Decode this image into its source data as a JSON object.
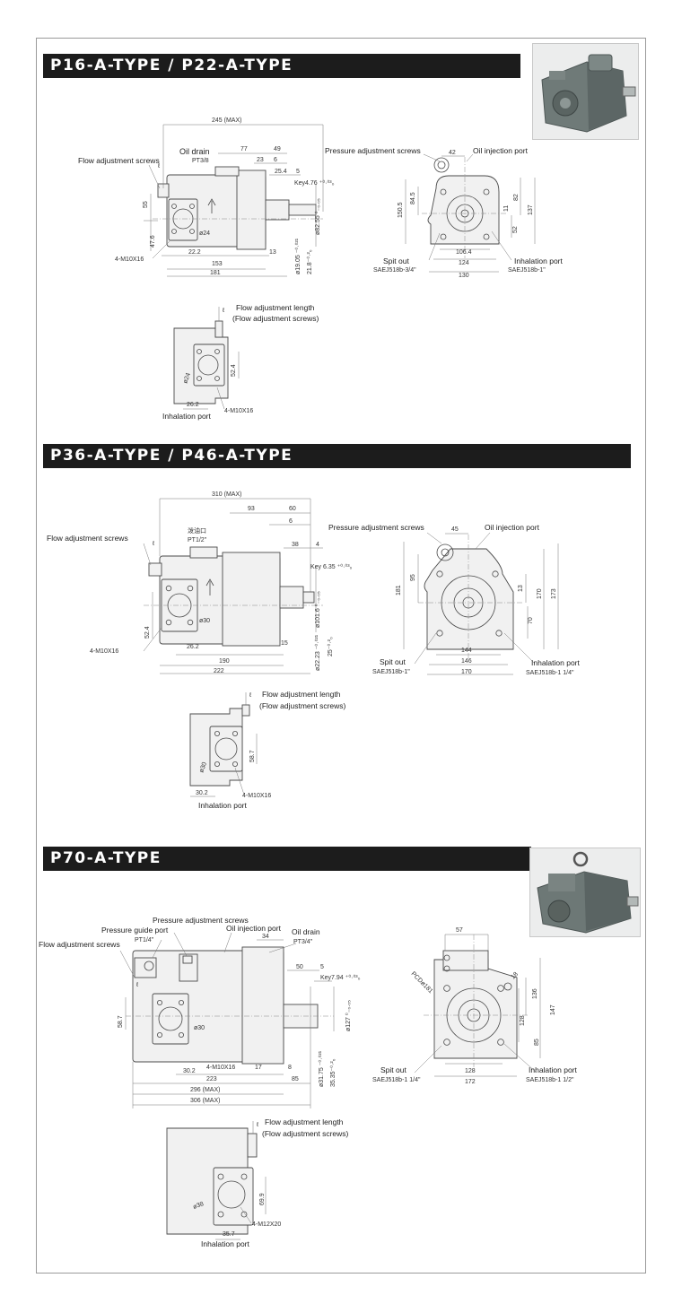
{
  "sections": [
    {
      "title": "P16-A-TYPE / P22-A-TYPE"
    },
    {
      "title": "P36-A-TYPE / P46-A-TYPE"
    },
    {
      "title": "P70-A-TYPE"
    }
  ],
  "s1": {
    "max_len": "245 (MAX)",
    "oil_drain": "Oil drain",
    "oil_drain_sub": "PT3/8",
    "flow_adj": "Flow adjustment screws",
    "ell": "ℓ",
    "d77": "77",
    "d49": "49",
    "d23": "23",
    "d6": "6",
    "d254": "25.4",
    "d5": "5",
    "key": "Key4.76 ⁺⁰·⁰³₀",
    "d55": "55",
    "dia8255": "ø82.55 ⁰₋₀.₀₅",
    "dia24": "ø24",
    "d476": "47.6",
    "d222": "22.2",
    "d13": "13",
    "d153": "153",
    "d181": "181",
    "bolt": "4-M10X16",
    "dia1905": "ø19.05 ⁻⁰·⁰²¹",
    "d218": "21.8⁻⁰·²₀",
    "pressure_adj": "Pressure adjustment screws",
    "d42": "42",
    "oil_inj": "Oil injection port",
    "d1505": "150.5",
    "d845": "84.5",
    "d82": "82",
    "d11": "11",
    "d137": "137",
    "d52": "52",
    "d1064": "106.4",
    "d124": "124",
    "d130": "130",
    "spit": "Spit out",
    "spit_sub": "SAEJ518b-3/4\"",
    "inhal": "Inhalation port",
    "inhal_sub": "SAEJ518b-1\"",
    "fal": "Flow adjustment length",
    "fal_sub": "(Flow adjustment screws)",
    "d524": "52.4",
    "dia24b": "ø24",
    "d262": "26.2",
    "bolt2": "4-M10X16",
    "inhal2": "Inhalation port"
  },
  "s2": {
    "max_len": "310 (MAX)",
    "d93": "93",
    "d60": "60",
    "d6": "6",
    "d38": "38",
    "d4": "4",
    "drain_cn": "泼油口",
    "drain_sub": "PT1/2\"",
    "flow_adj": "Flow adjustment screws",
    "ell": "ℓ",
    "key": "Key 6.35 ⁺⁰·⁰³₀",
    "dia1016": "ø101.6 ⁰₋₀.₀₅",
    "dia30": "ø30",
    "d524": "52.4",
    "bolt": "4-M10X16",
    "d262": "26.2",
    "d15": "15",
    "d190": "190",
    "d222": "222",
    "dia2223": "ø22.23 ⁻⁰·⁰²¹",
    "d25": "25⁻⁰·²₀",
    "pressure_adj": "Pressure adjustment screws",
    "d45": "45",
    "oil_inj": "Oil injection port",
    "d95": "95",
    "d181": "181",
    "d13": "13",
    "d170": "170",
    "d173": "173",
    "d70": "70",
    "d144": "144",
    "d146": "146",
    "d170b": "170",
    "spit": "Spit out",
    "spit_sub": "SAEJ518b-1\"",
    "inhal": "Inhalation port",
    "inhal_sub": "SAEJ518b-1 1/4\"",
    "fal": "Flow adjustment length",
    "fal_sub": "(Flow adjustment screws)",
    "d587": "58.7",
    "dia30b": "ø30",
    "d302": "30.2",
    "bolt2": "4-M10X16",
    "inhal2": "Inhalation port"
  },
  "s3": {
    "pressure_adj": "Pressure adjustment screws",
    "pressure_guide": "Pressure guide port",
    "pressure_guide_sub": "PT1/4\"",
    "oil_inj": "Oil injection port",
    "oil_drain": "Oil drain",
    "oil_drain_sub": "PT3/4\"",
    "d34": "34",
    "flow_adj": "Flow adjustment screws",
    "ell": "ℓ",
    "d50": "50",
    "d5": "5",
    "key": "Key7.94 ⁺⁰·⁰³₀",
    "d587": "58.7",
    "dia30": "ø30",
    "dia127": "ø127 ⁰₋₀.₀₅",
    "bolt": "4-M10X16",
    "d17": "17",
    "d8": "8",
    "d302": "30.2",
    "d223": "223",
    "d85": "85",
    "d296": "296 (MAX)",
    "d306": "306 (MAX)",
    "dia3175": "ø31.75 ⁻⁰·⁰²¹",
    "d3535": "35.35⁻⁰·²₀",
    "d57": "57",
    "pcd": "PCDø181",
    "d18": "18",
    "d136": "136",
    "d147": "147",
    "d128": "128",
    "d85b": "85",
    "d128b": "128",
    "d172": "172",
    "spit": "Spit out",
    "spit_sub": "SAEJ518b-1 1/4\"",
    "inhal": "Inhalation port",
    "inhal_sub": "SAEJ518b-1 1/2\"",
    "fal": "Flow adjustment length",
    "fal_sub": "(Flow adjustment screws)",
    "dia38": "ø38",
    "d699": "69.9",
    "d357": "35.7",
    "bolt2": "4-M12X20",
    "inhal2": "Inhalation port"
  }
}
